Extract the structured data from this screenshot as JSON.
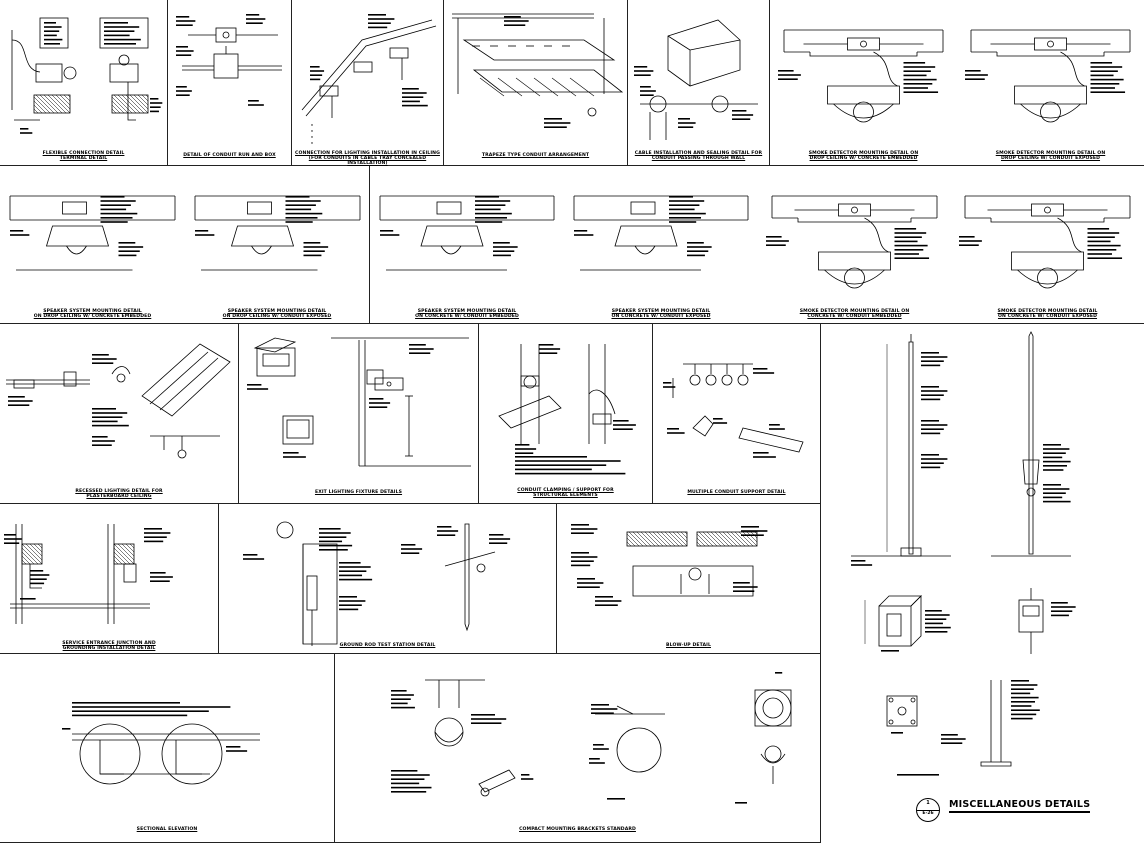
{
  "sheet": {
    "title": "MISCELLANEOUS DETAILS",
    "detail_number": "1",
    "sheet_ref": "E-26"
  },
  "details": [
    {
      "id": "d01",
      "caption": "FLEXIBLE CONNECTION DETAIL\nTERMINAL DETAIL",
      "kind": "motor"
    },
    {
      "id": "d02",
      "caption": "DETAIL OF CONDUIT RUN AND BOX",
      "kind": "box"
    },
    {
      "id": "d03",
      "caption": "CONNECTION FOR LIGHTING INSTALLATION IN CEILING\n(FOR CONDUITS IN CABLE TRAY CONCEALED INSTALLATION)",
      "kind": "fixtures"
    },
    {
      "id": "d04",
      "caption": "TRAPEZE TYPE CONDUIT ARRANGEMENT",
      "kind": "trapeze"
    },
    {
      "id": "d05",
      "caption": "CABLE INSTALLATION AND SEALING DETAIL FOR\nCONDUIT PASSING THROUGH WALL",
      "kind": "wall"
    },
    {
      "id": "d06",
      "caption": "SMOKE DETECTOR MOUNTING DETAIL ON\nDROP CEILING W/ CONCRETE EMBEDDED",
      "kind": "detector"
    },
    {
      "id": "d07",
      "caption": "SMOKE DETECTOR MOUNTING DETAIL ON\nDROP CEILING W/ CONDUIT EXPOSED",
      "kind": "detector"
    },
    {
      "id": "d08",
      "caption": "SPEAKER SYSTEM MOUNTING DETAIL\nON DROP CEILING W/ CONCRETE EMBEDDED",
      "kind": "speaker"
    },
    {
      "id": "d09",
      "caption": "SPEAKER SYSTEM MOUNTING DETAIL\nON DROP CEILING W/ CONDUIT EXPOSED",
      "kind": "speaker"
    },
    {
      "id": "d10",
      "caption": "SPEAKER SYSTEM MOUNTING DETAIL\nON CONCRETE W/ CONDUIT EMBEDDED",
      "kind": "speaker"
    },
    {
      "id": "d11",
      "caption": "SPEAKER SYSTEM MOUNTING DETAIL\nON CONCRETE W/ CONDUIT EXPOSED",
      "kind": "speaker"
    },
    {
      "id": "d12",
      "caption": "SMOKE DETECTOR MOUNTING DETAIL ON\nCONCRETE W/ CONDUIT EMBEDDED",
      "kind": "detector"
    },
    {
      "id": "d13",
      "caption": "SMOKE DETECTOR MOUNTING DETAIL\nON CONCRETE W/ CONDUIT EXPOSED",
      "kind": "detector"
    },
    {
      "id": "d14",
      "caption": "RECESSED LIGHTING DETAIL FOR\nPLASTERBOARD CEILING",
      "kind": "recessed"
    },
    {
      "id": "d15",
      "caption": "EXIT LIGHTING FIXTURE DETAILS",
      "kind": "exit"
    },
    {
      "id": "d16",
      "caption": "",
      "kind": "section"
    },
    {
      "id": "d17",
      "caption": "CONDUIT CLAMPING / SUPPORT FOR\nSTRUCTURAL ELEMENTS",
      "kind": "clamp"
    },
    {
      "id": "d18",
      "caption": "MULTIPLE CONDUIT SUPPORT DETAIL",
      "kind": "multi"
    },
    {
      "id": "d19",
      "caption": "",
      "kind": "pole"
    },
    {
      "id": "d20",
      "caption": "SERVICE ENTRANCE JUNCTION AND\nGROUNDING INSTALLATION DETAIL",
      "kind": "entrance"
    },
    {
      "id": "d21",
      "caption": "GROUND ROD TEST STATION DETAIL",
      "kind": "groundrod"
    },
    {
      "id": "d22",
      "caption": "BLOW-UP DETAIL",
      "kind": "blowup"
    },
    {
      "id": "d23",
      "caption": "SECTIONAL ELEVATION",
      "kind": "sectional"
    },
    {
      "id": "d24",
      "caption": "COMPACT MOUNTING BRACKETS STANDARD",
      "kind": "camera"
    }
  ]
}
